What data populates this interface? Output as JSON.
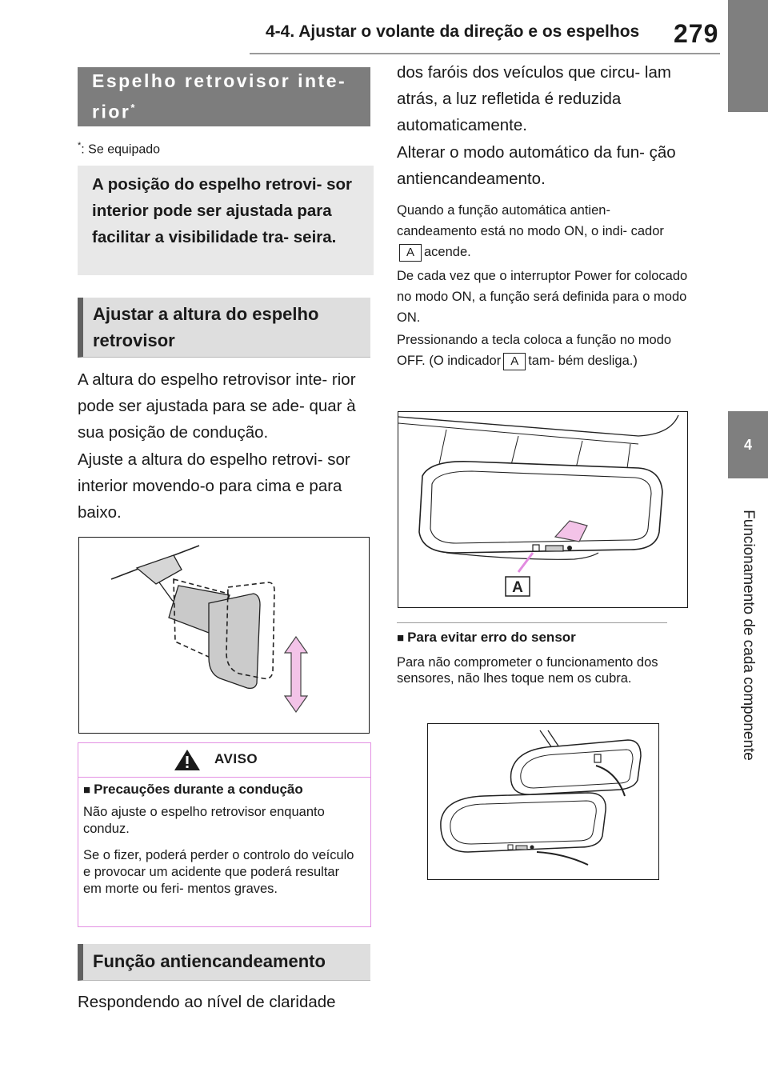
{
  "header": {
    "title": "4-4. Ajustar o volante da direção e os espelhos",
    "page_number": "279"
  },
  "side_tab": {
    "chapter_number": "4",
    "chapter_title": "Funcionamento de cada componente"
  },
  "left": {
    "section1_title_line1": "Espelho retrovisor inte-",
    "section1_title_line2": "rior",
    "section1_title_sup": "*",
    "footnote_mark": "*",
    "footnote_text": ": Se equipado",
    "summary": "A posição do espelho retrovi- sor interior pode ser ajustada para facilitar a visibilidade tra- seira.",
    "section2_title": "Ajustar a altura do espelho retrovisor",
    "para1": "A altura do espelho retrovisor inte- rior pode ser ajustada para se ade- quar à sua posição de condução.",
    "para2": "Ajuste a altura do espelho retrovi- sor interior movendo-o para cima e para baixo.",
    "warning": {
      "label": "AVISO",
      "subtitle": "Precauções durante a condução",
      "p1": "Não ajuste o espelho retrovisor enquanto conduz.",
      "p2": "Se o fizer, poderá perder o controlo do veículo e provocar um acidente que poderá resultar em morte ou feri- mentos graves."
    },
    "section3_title": "Função antiencandeamento",
    "para3": "Respondendo ao nível de claridade"
  },
  "right": {
    "para1": "dos faróis dos veículos que circu- lam atrás, a luz refletida é reduzida automaticamente.",
    "para2": "Alterar o modo automático da fun- ção antiencandeamento.",
    "small1_a": "Quando a função automática antien- candeamento está no modo ON, o indi- cador",
    "small1_b": "acende.",
    "small2": "De cada vez que o interruptor Power for colocado no modo ON, a função será definida para o modo ON.",
    "small3_a": "Pressionando a tecla coloca a função no modo OFF. (O indicador",
    "small3_b": "tam- bém desliga.)",
    "indicator_label": "A",
    "figure_callout": "A",
    "sub_title": "Para evitar erro do sensor",
    "sub_text": "Para não comprometer o funcionamento dos sensores, não lhes toque nem os cubra."
  },
  "colors": {
    "section_dark": "#7d7d7d",
    "tab": "#7f7f7f",
    "warning_border": "#e391e3",
    "arrow_fill": "#f3c3e8"
  },
  "icons": [
    "warning-triangle-icon",
    "black-square-bullet-icon"
  ]
}
